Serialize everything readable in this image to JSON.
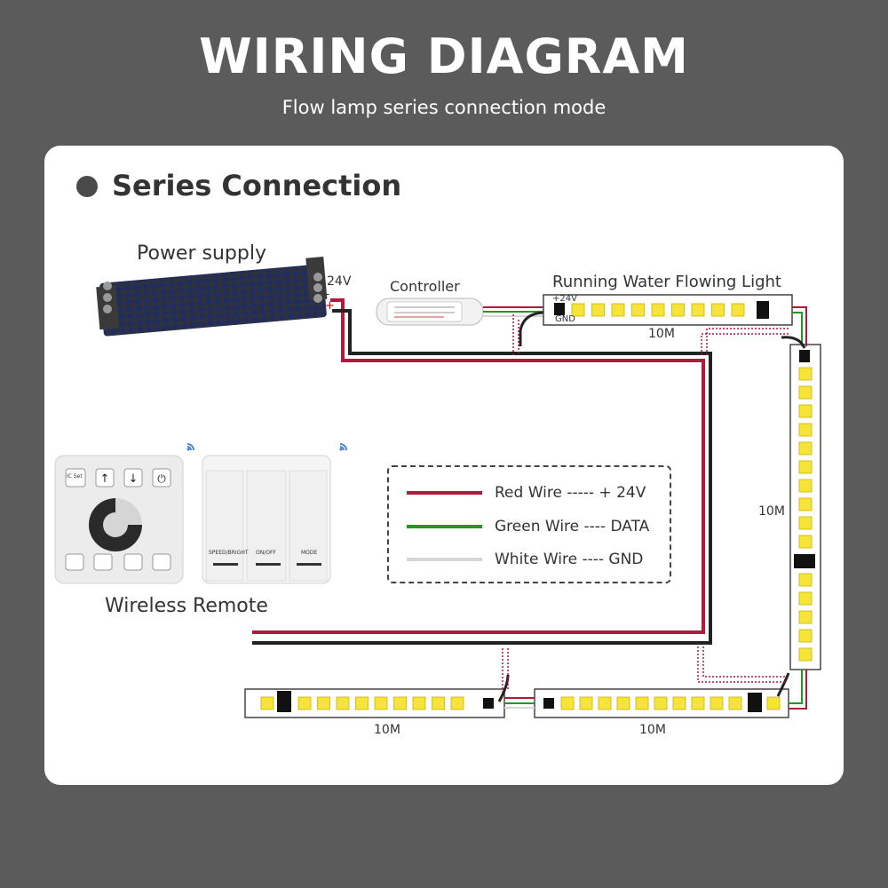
{
  "header": {
    "title": "WIRING DIAGRAM",
    "subtitle": "Flow lamp series connection mode"
  },
  "section": {
    "title": "Series Connection"
  },
  "labels": {
    "power_supply": "Power supply",
    "voltage": "24V",
    "plus": "+",
    "minus": "-",
    "controller": "Controller",
    "strip_name": "Running Water Flowing Light",
    "plus24v": "+24V",
    "gnd": "GND",
    "len_top": "10M",
    "len_right": "10M",
    "len_bottom_left": "10M",
    "len_bottom_mid": "10M",
    "wireless_remote": "Wireless Remote"
  },
  "remote_buttons": {
    "ic_set": "IC Set",
    "speed_bright": "SPEED/BRIGHT",
    "on_off": "ON/OFF",
    "mode": "MODE"
  },
  "legend": [
    {
      "text": "Red Wire ----- + 24V",
      "color": "#b0183c"
    },
    {
      "text": "Green Wire ---- DATA",
      "color": "#1e9a1e"
    },
    {
      "text": "White Wire ---- GND",
      "color": "#d6d6d6"
    }
  ],
  "colors": {
    "background": "#5b5b5b",
    "card": "#ffffff",
    "red_wire": "#b0183c",
    "black_wire": "#222222",
    "green_wire": "#1e9a1e",
    "led": "#f6e43a",
    "wifi": "#3a7bd5"
  }
}
